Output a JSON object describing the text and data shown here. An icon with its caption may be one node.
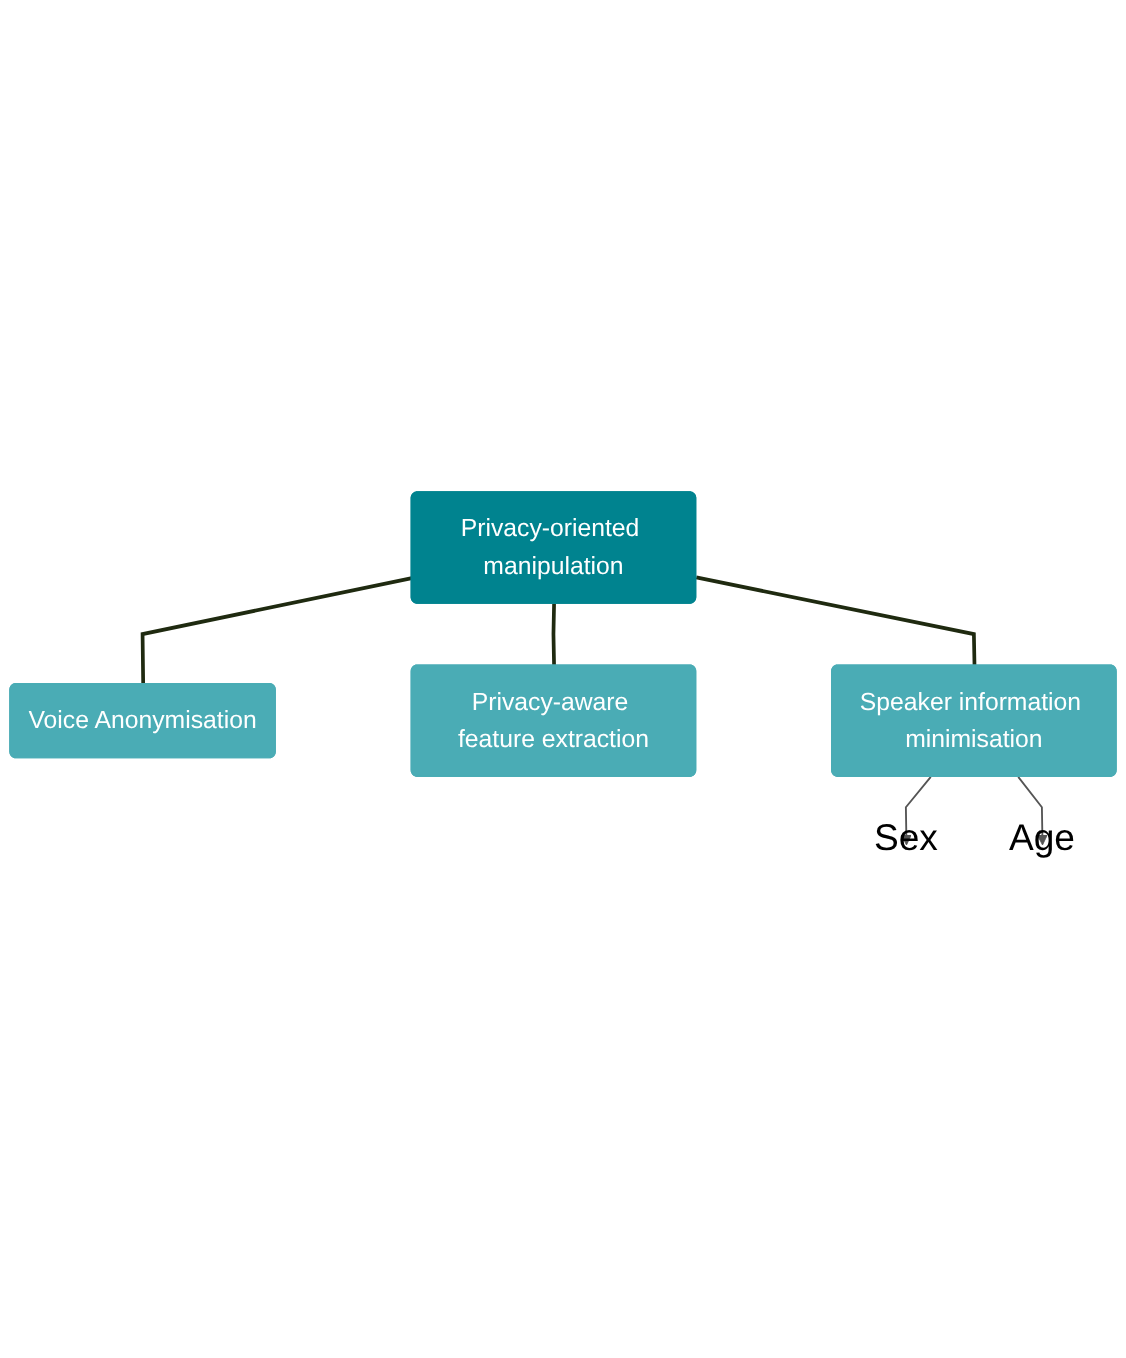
{
  "diagram": {
    "nodes": [
      {
        "text": [
          "Privacy-oriented manipulation"
        ]
      },
      {
        "text": [
          "Voice Anonymisation"
        ]
      },
      {
        "text": [
          "Privacy-aware feature extraction"
        ]
      },
      {
        "text": [
          "Speaker information minimisation"
        ]
      },
      {
        "text": [
          "Sex"
        ]
      },
      {
        "text": [
          "Age"
        ]
      }
    ],
    "edges": [
      {
        "from": 0,
        "to": 1,
        "arrow": "none"
      },
      {
        "from": 0,
        "to": 2,
        "arrow": "none"
      },
      {
        "from": 0,
        "to": 3,
        "arrow": "none"
      },
      {
        "from": 3,
        "to": 4,
        "arrow": "to",
        "color": "#555555"
      },
      {
        "from": 3,
        "to": 5,
        "arrow": "to",
        "color": "#555555"
      }
    ]
  }
}
